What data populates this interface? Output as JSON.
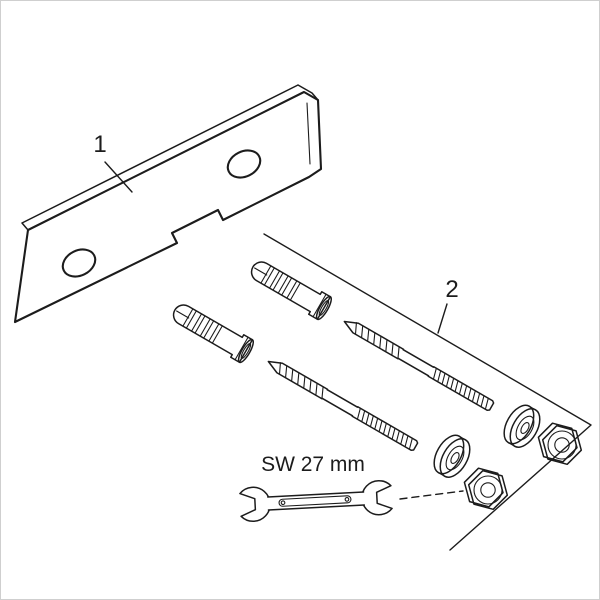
{
  "diagram": {
    "background": "#ffffff",
    "line_color": "#1c1c1c",
    "callout_1": {
      "label": "1",
      "part": "mounting-plate"
    },
    "callout_2": {
      "label": "2",
      "part": "fixing-set"
    },
    "wrench_label": "SW 27 mm",
    "parts": [
      {
        "name": "mounting-plate",
        "callout": "1",
        "count": 1
      },
      {
        "name": "wall-anchor",
        "callout": "2",
        "count": 2
      },
      {
        "name": "fixing-screw",
        "callout": "2",
        "count": 2
      },
      {
        "name": "washer",
        "callout": "2",
        "count": 2
      },
      {
        "name": "hex-nut",
        "callout": "2",
        "count": 2
      },
      {
        "name": "open-end-wrench",
        "callout": null,
        "count": 1
      }
    ]
  }
}
